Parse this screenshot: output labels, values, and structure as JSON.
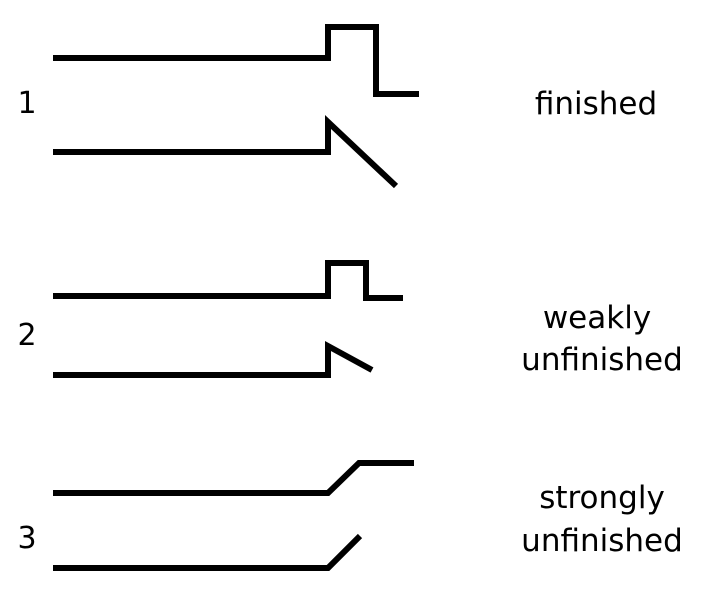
{
  "cases": [
    {
      "number": "1",
      "label_lines": [
        "finished"
      ]
    },
    {
      "number": "2",
      "label_lines": [
        "weakly",
        "unfinished"
      ]
    },
    {
      "number": "3",
      "label_lines": [
        "strongly",
        "unfinished"
      ]
    }
  ],
  "colors": {
    "stroke": "#000000",
    "text": "#000000",
    "background": "#ffffff"
  }
}
